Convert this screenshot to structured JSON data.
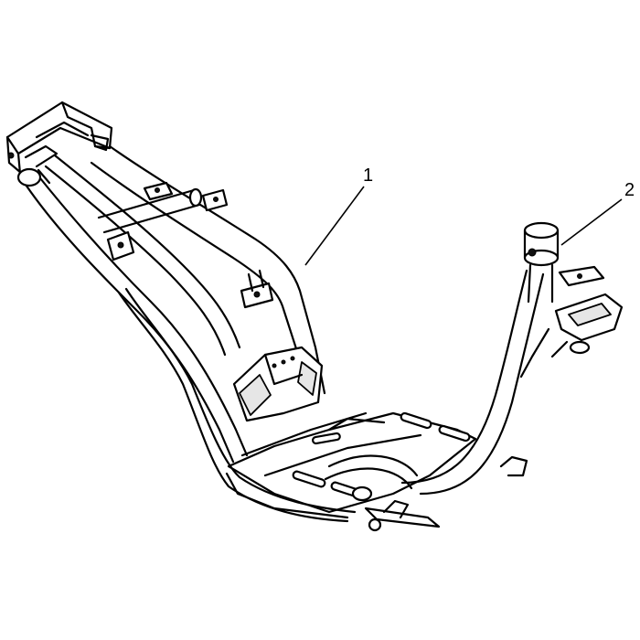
{
  "callouts": [
    {
      "label": "1",
      "part": "frame"
    },
    {
      "label": "2",
      "part": "steering-head-bracket"
    }
  ],
  "colors": {
    "line": "#000000",
    "background": "#ffffff",
    "shade": "#e6e6e6"
  }
}
